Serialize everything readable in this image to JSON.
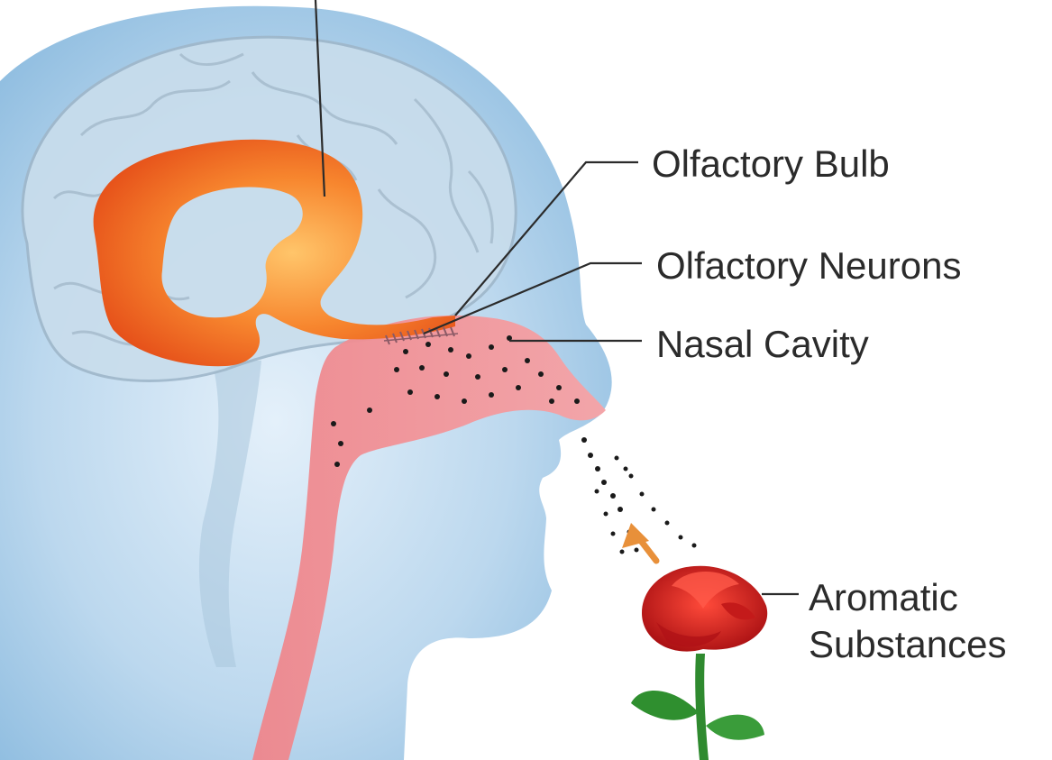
{
  "diagram": {
    "labels": {
      "olfactory_bulb": "Olfactory Bulb",
      "olfactory_neurons": "Olfactory Neurons",
      "nasal_cavity": "Nasal Cavity",
      "aromatic_line1": "Aromatic",
      "aromatic_line2": "Substances"
    },
    "colors": {
      "head": "#b7d6ee",
      "brain_outline": "#9bb5c9",
      "limbic": "#f06a1e",
      "nasal": "#f08c92",
      "rose": "#d81e1e",
      "leaf": "#2f8f2f",
      "arrow": "#e8903a"
    }
  }
}
